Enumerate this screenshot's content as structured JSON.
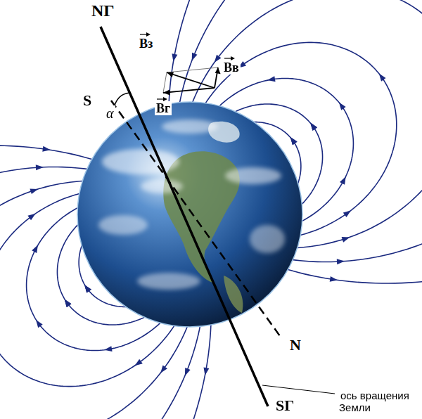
{
  "diagram": {
    "labels": [
      "NГ",
      "S",
      "α",
      "Bз",
      "Bв",
      "Bг",
      "N",
      "SГ",
      "ось вращения Земли"
    ]
  }
}
